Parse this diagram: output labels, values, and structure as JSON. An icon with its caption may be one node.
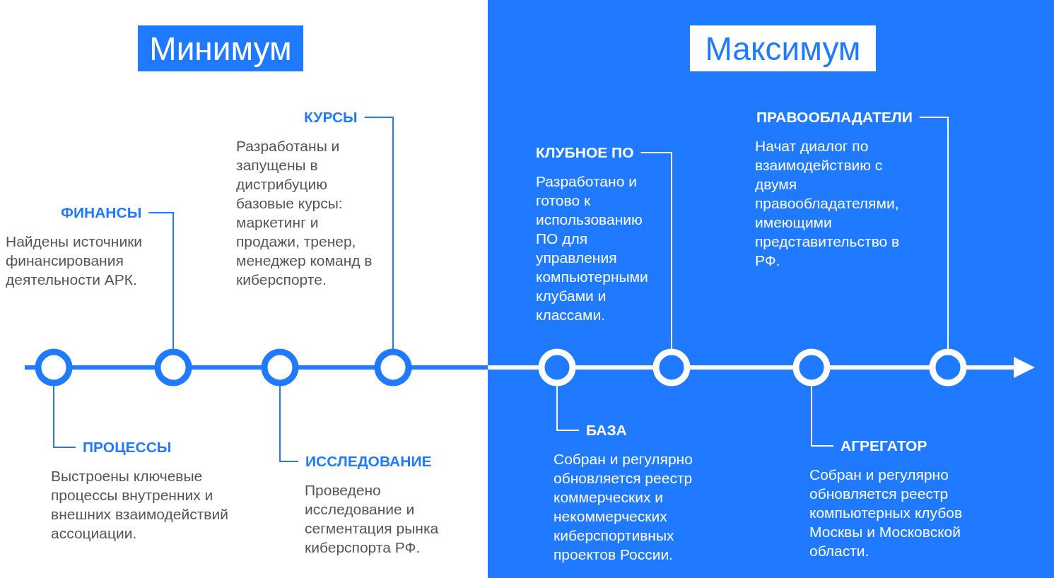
{
  "diagram": {
    "nodes": [
      {
        "text": [
          "Минимум"
        ]
      },
      {
        "text": [
          "Максимум"
        ]
      },
      {
        "text": [
          "КУРСЫ",
          "Разработаны и запущены в дистрибуцию базовые курсы: маркетинг и продажи, тренер, менеджер команд в киберспорте."
        ]
      },
      {
        "text": [
          "ПРАВООБЛАДАТЕЛИ",
          "Начат диалог по взаимодействию с двумя правообладателями, имеющими представительство в РФ."
        ]
      },
      {
        "text": [
          "КЛУБНОЕ ПО",
          "Разработано и готово к использованию ПО для управления компьютерными клубами и классами."
        ]
      },
      {
        "text": [
          "ФИНАНСЫ",
          "Найдены источники финансирования деятельности АРК."
        ]
      },
      {
        "text": [],
        "shape": "circle"
      },
      {
        "text": [],
        "shape": "circle"
      },
      {
        "text": [],
        "shape": "circle"
      },
      {
        "text": [],
        "shape": "circle"
      },
      {
        "text": [],
        "shape": "circle"
      },
      {
        "text": [],
        "shape": "circle"
      },
      {
        "text": [],
        "shape": "circle"
      },
      {
        "text": [],
        "shape": "circle"
      },
      {
        "text": [
          "ПРОЦЕССЫ",
          "Выстроены ключевые процессы внутренних и внешних взаимодействий ассоциации."
        ]
      },
      {
        "text": [
          "БАЗА",
          "Собран и регулярно обновляется реестр коммерческих и некоммерческих киберспортивных проектов России."
        ]
      },
      {
        "text": [
          "АГРЕГАТОР",
          "Собран и регулярно обновляется реестр компьютерных клубов Москвы и Московской области."
        ]
      },
      {
        "text": [
          "ИССЛЕДОВАНИЕ",
          "Проведено исследование и сегментация рынка киберспорта РФ."
        ]
      }
    ],
    "edges": [
      {
        "from": null,
        "to": 6,
        "arrow": "none",
        "style": "thick",
        "color": "#1f7aff"
      },
      {
        "from": 6,
        "to": 7,
        "arrow": "none",
        "style": "thick",
        "color": "#1f7aff"
      },
      {
        "from": 7,
        "to": 8,
        "arrow": "none",
        "style": "thick",
        "color": "#1f7aff"
      },
      {
        "from": 8,
        "to": 9,
        "arrow": "none",
        "style": "thick",
        "color": "#1f7aff"
      },
      {
        "from": 9,
        "to": 10,
        "arrow": "none",
        "style": "thick"
      },
      {
        "from": 10,
        "to": 11,
        "arrow": "none",
        "style": "thick",
        "color": "#ffffff"
      },
      {
        "from": 11,
        "to": 12,
        "arrow": "none",
        "style": "thick",
        "color": "#ffffff"
      },
      {
        "from": 12,
        "to": 13,
        "arrow": "none",
        "style": "thick",
        "color": "#ffffff"
      },
      {
        "from": 13,
        "to": null,
        "arrow": "to",
        "style": "thick",
        "color": "#ffffff"
      },
      {
        "from": 5,
        "to": 7,
        "arrow": "none",
        "color": "#1f7aff"
      },
      {
        "from": 2,
        "to": 9,
        "arrow": "none",
        "color": "#1f7aff"
      },
      {
        "from": 14,
        "to": 6,
        "arrow": "none",
        "color": "#1f7aff"
      },
      {
        "from": 17,
        "to": 8,
        "arrow": "none",
        "color": "#1f7aff"
      },
      {
        "from": 4,
        "to": 11,
        "arrow": "none",
        "color": "#ffffff"
      },
      {
        "from": 3,
        "to": 13,
        "arrow": "none",
        "color": "#ffffff"
      },
      {
        "from": 15,
        "to": 10,
        "arrow": "none",
        "color": "#ffffff"
      },
      {
        "from": 16,
        "to": 12,
        "arrow": "none",
        "color": "#ffffff"
      }
    ]
  }
}
